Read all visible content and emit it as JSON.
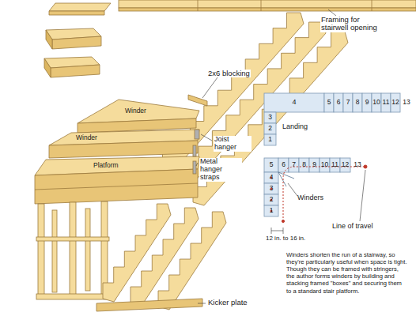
{
  "diagram": {
    "caption": "Winders shorten the run of a stairway, so they're particularly useful when space is tight. Though they can be framed with stringers, the author forms winders by building and stacking framed \"boxes\" and securing them to a standard stair platform.",
    "labels": [
      "Framing for stairwell opening",
      "2x6 blocking",
      "Winder",
      "Winder",
      "Joist hanger",
      "Platform",
      "Metal hanger straps",
      "Kicker plate",
      "4",
      "5",
      "6",
      "7",
      "8",
      "9",
      "10",
      "11",
      "12",
      "13",
      "3",
      "2",
      "1",
      "Landing",
      "5",
      "6",
      "7",
      "8",
      "9",
      "10",
      "11",
      "12",
      "13",
      "4",
      "3",
      "2",
      "1",
      "Winders",
      "Line of travel",
      "12 in. to 16 in."
    ]
  }
}
